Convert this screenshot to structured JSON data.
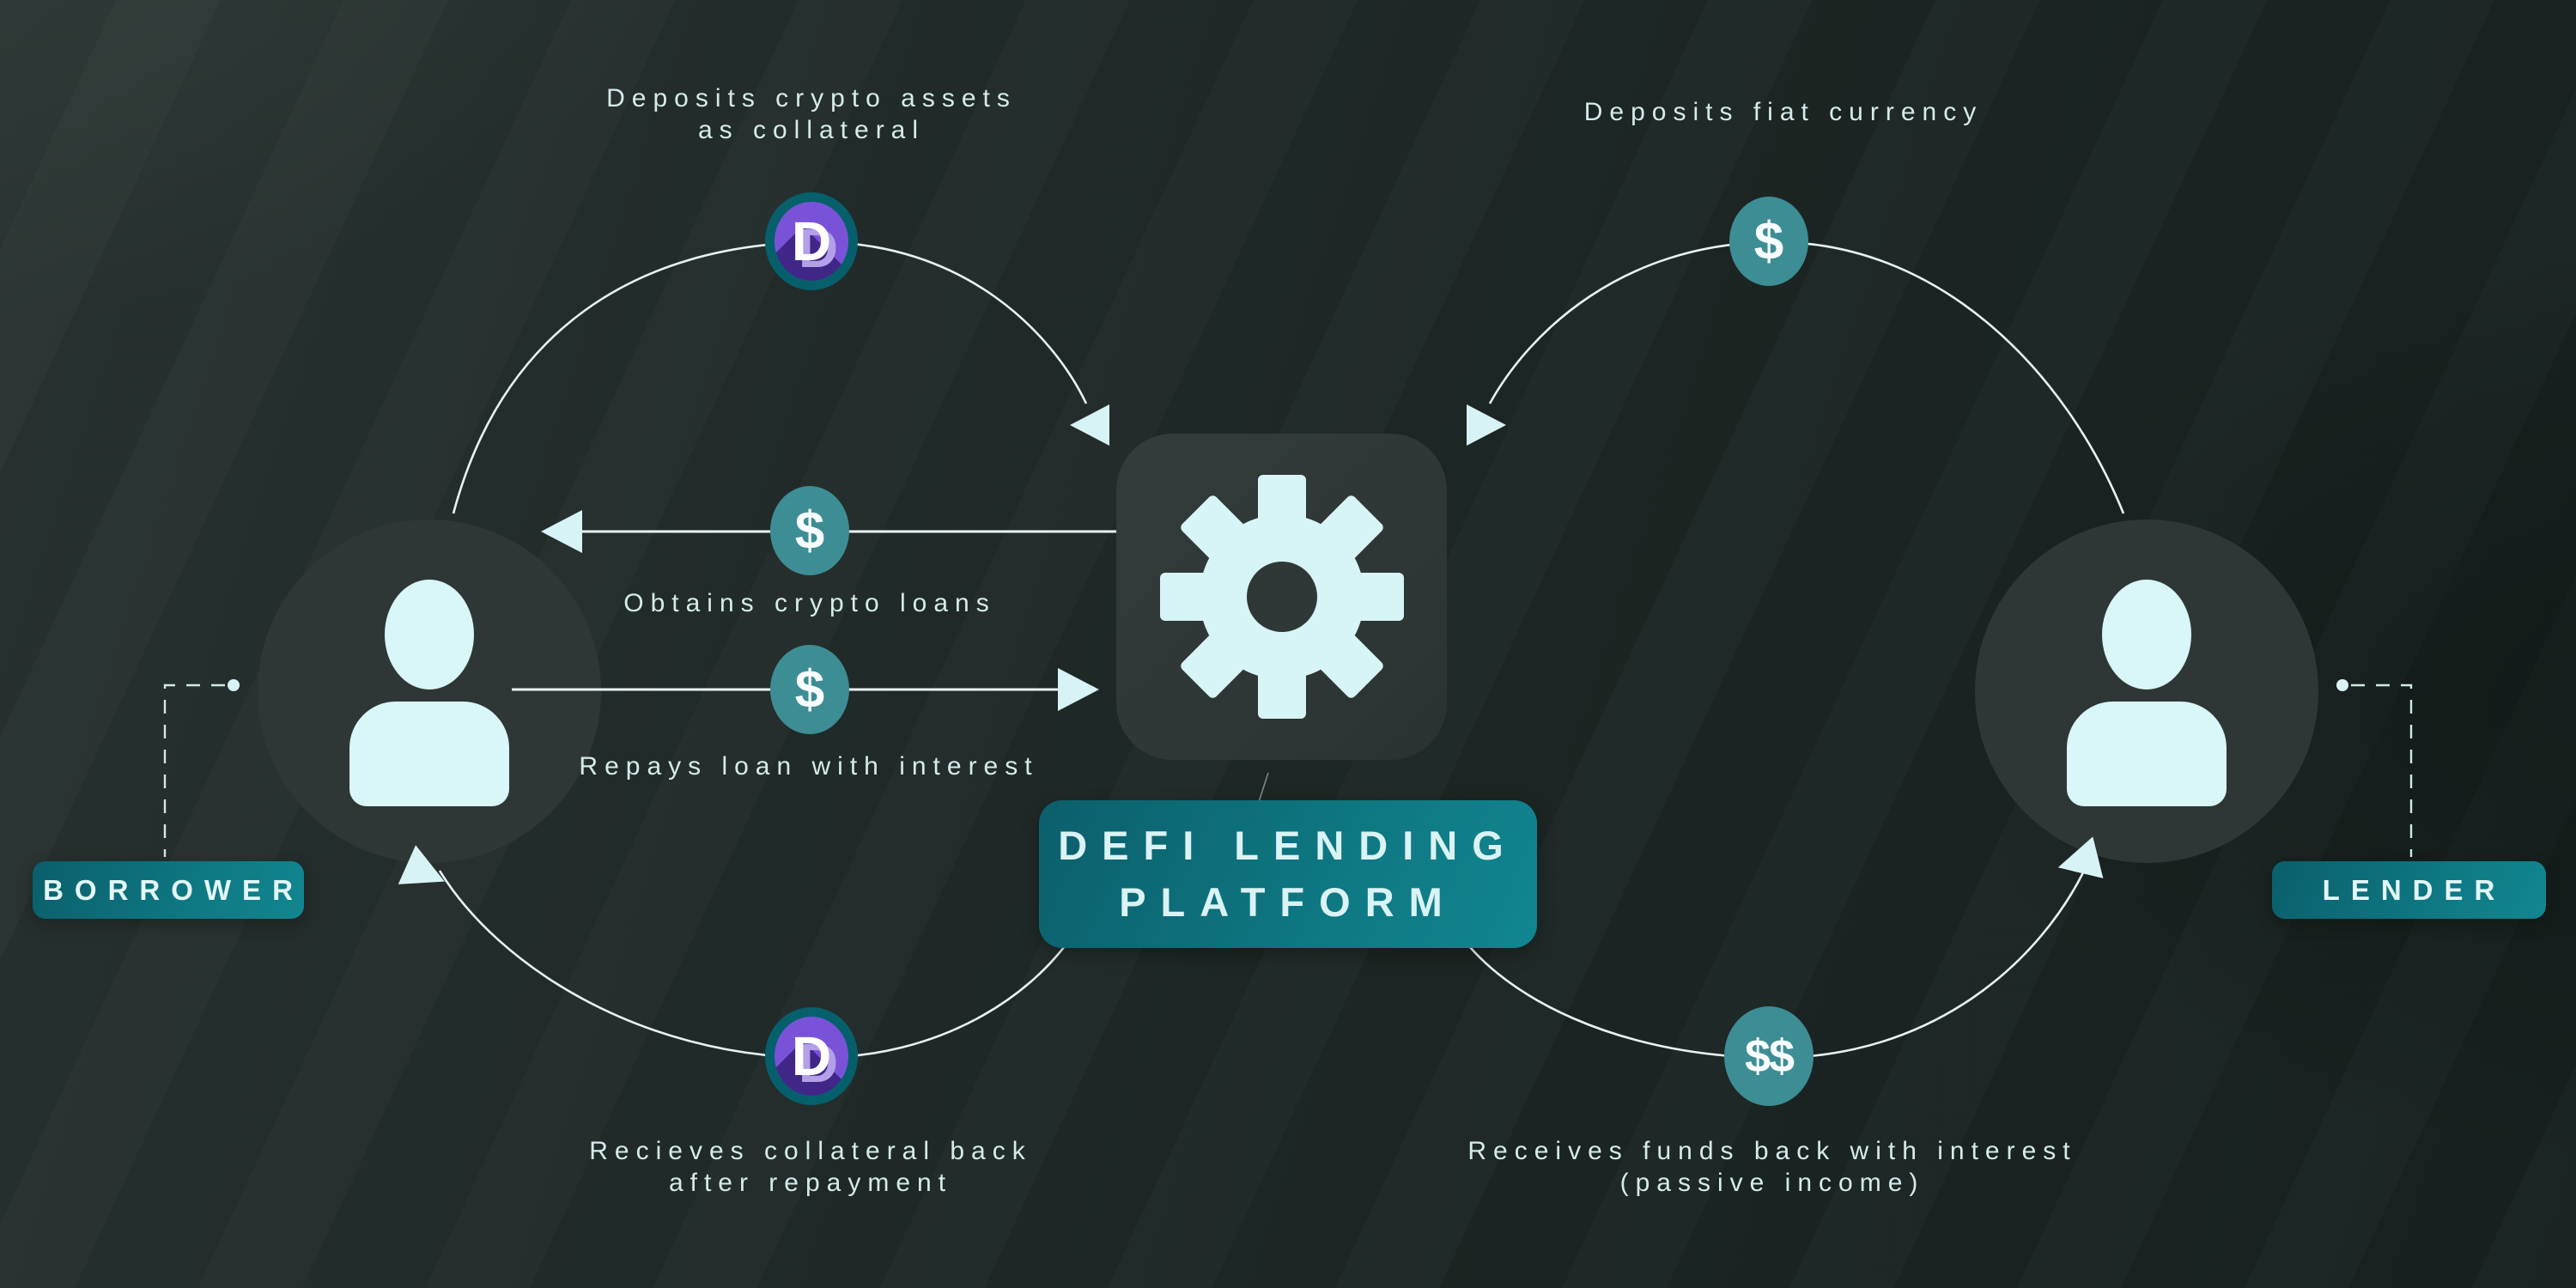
{
  "diagram_title": "DeFi lending platform flow diagram",
  "platform": {
    "title": "DEFI LENDING\nPLATFORM"
  },
  "borrower": {
    "label": "BORROWER"
  },
  "lender": {
    "label": "LENDER"
  },
  "flows": {
    "deposit_collateral": {
      "label": "Deposits crypto assets\nas collateral"
    },
    "deposit_fiat": {
      "label": "Deposits fiat currency"
    },
    "obtain_loans": {
      "label": "Obtains crypto loans"
    },
    "repay_loan": {
      "label": "Repays loan with interest"
    },
    "receive_collateral": {
      "label": "Recieves collateral back\nafter repayment"
    },
    "receive_funds": {
      "label": "Receives funds back with interest\n(passive income)"
    }
  },
  "coins": {
    "dollar": "$",
    "double_dollar": "$$",
    "crypto": "D"
  },
  "icons": [
    "gear-icon",
    "person-icon",
    "dollar-coin-icon",
    "crypto-coin-icon",
    "arrowhead-icon",
    "connector-dot-icon"
  ],
  "colors": {
    "background_light": "#2a3432",
    "background_dark": "#182220",
    "node_circle": "#2e3735",
    "platform_box": "#2f3837",
    "teal_badge_dark": "#0a5f6b",
    "teal_badge_bright": "#128791",
    "coin_teal": "#3d8d95",
    "coin_ring_teal": "#05606c",
    "coin_purple": "#7a52d8",
    "coin_purple_shadow": "#38217e",
    "coin_purple_echo": "#b3a0e8",
    "icon_light": "#d9f6f8",
    "line": "#e7f2f2",
    "text": "#d5ebec"
  }
}
